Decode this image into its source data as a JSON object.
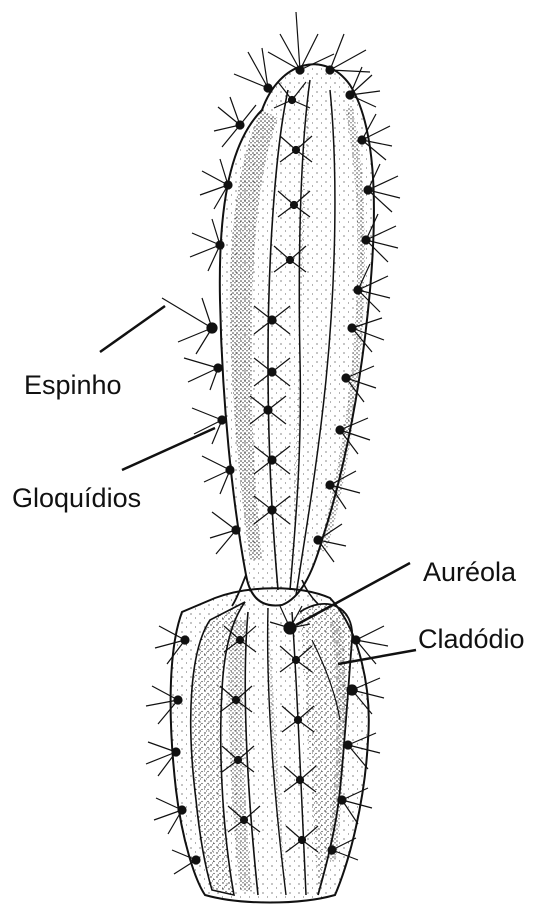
{
  "diagram": {
    "labels": {
      "espinho": "Espinho",
      "gloquidios": "Gloquídios",
      "aureola": "Auréola",
      "cladodio": "Cladódio"
    },
    "colors": {
      "ink": "#111111",
      "stipple": "#2a2a2a",
      "background": "#ffffff"
    }
  }
}
